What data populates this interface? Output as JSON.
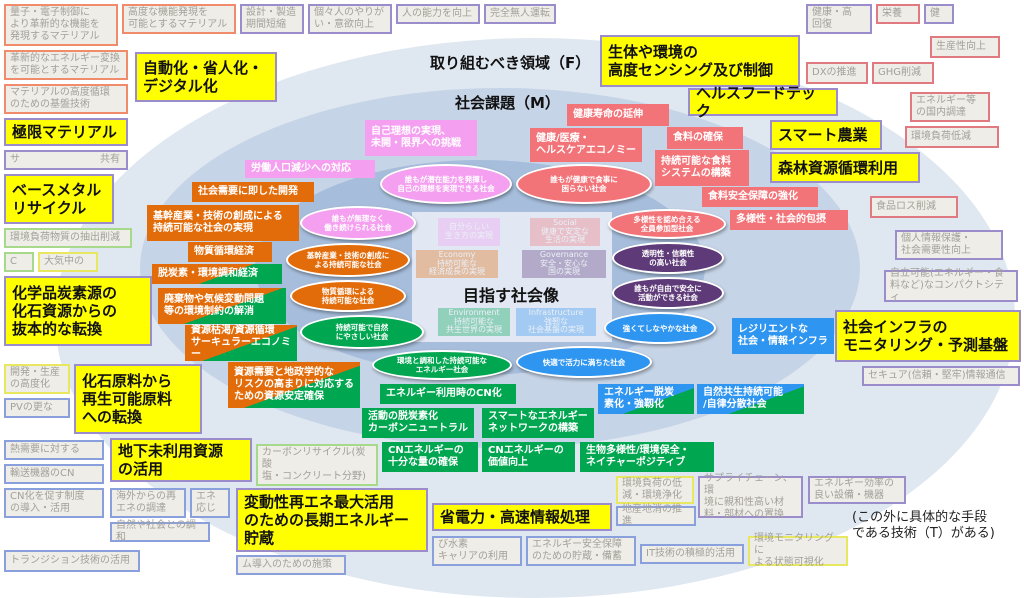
{
  "labels": {
    "area_f": "取り組むべき領域（F）",
    "issue_m": "社会課題（M）",
    "center": "目指す社会像",
    "footnote": "(この外に具体的な手段\nである技術（T）がある)"
  },
  "colors": {
    "orange": "#e36c0a",
    "green": "#00a650",
    "pink": "#f59ff0",
    "red": "#f27479",
    "blue": "#2e95f0",
    "purple": "#5e3a78",
    "yellow": "#ffff00"
  },
  "tech": [
    {
      "t": "量子・電子制御に\nより革新的な機能を\n発現するマテリアル",
      "c": "orange"
    },
    {
      "t": "革新的なエネルギー変換\nを可能とするマテリアル",
      "c": "orange"
    },
    {
      "t": "高度な機能発現を\n可能とするマテリアル",
      "c": "orange"
    },
    {
      "t": "マテリアルの高度循環\nのための基盤技術",
      "c": "orange"
    },
    {
      "t": "サ　　　　　　　　共有",
      "c": "purple"
    },
    {
      "t": "環境負荷物質の抽出削減",
      "c": "green"
    },
    {
      "t": "C",
      "c": "green"
    },
    {
      "t": "大気中の",
      "c": "yellow"
    },
    {
      "t": "開発・生産\nの高度化",
      "c": "yellow"
    },
    {
      "t": "PVの更な",
      "c": "blue"
    },
    {
      "t": "熱需要に対する",
      "c": "blue"
    },
    {
      "t": "輸送機器のCN",
      "c": "blue"
    },
    {
      "t": "CN化を促す制度\nの導入・活用",
      "c": "blue"
    },
    {
      "t": "トランジション技術の活用",
      "c": "blue"
    },
    {
      "t": "海外からの再\nエネの調達",
      "c": "blue"
    },
    {
      "t": "エネ\n応じ",
      "c": "blue"
    },
    {
      "t": "自然や社会との調和",
      "c": "blue"
    },
    {
      "t": "カーボンリサイクル(炭酸\n塩・コンクリート分野)",
      "c": "green"
    },
    {
      "t": "ム導入のための施策",
      "c": "blue"
    },
    {
      "t": "び水素\nキャリアの利用",
      "c": "blue"
    },
    {
      "t": "エネルギー安全保障\nのための貯蔵・備蓄",
      "c": "blue"
    },
    {
      "t": "環境負荷の低\n減・環境浄化",
      "c": "yellow"
    },
    {
      "t": "サプライチェーン、環\n境に親和性高い材\n料・部材への置換",
      "c": "purple"
    },
    {
      "t": "地産地消の推進",
      "c": "blue"
    },
    {
      "t": "IT技術の積極的活用",
      "c": "blue"
    },
    {
      "t": "環境モニタリングに\nよる状態可視化",
      "c": "yellow"
    },
    {
      "t": "エネルギー効率の\n良い設備・機器",
      "c": "purple"
    },
    {
      "t": "セキュア(信頼・堅牢)情報通信",
      "c": "purple"
    },
    {
      "t": "自立可能(エネルギー・食\n料など)なコンパクトシティ",
      "c": "purple"
    },
    {
      "t": "個人情報保護・\n社会需要性向上",
      "c": "purple"
    },
    {
      "t": "食品ロス削減",
      "c": "red"
    },
    {
      "t": "GHG削減",
      "c": "red"
    },
    {
      "t": "DXの推進",
      "c": "red"
    },
    {
      "t": "エネルギー等\nの国内調達",
      "c": "red"
    },
    {
      "t": "環境負荷低減",
      "c": "red"
    },
    {
      "t": "生産性向上",
      "c": "red"
    },
    {
      "t": "健康・高\n回復",
      "c": "purple"
    },
    {
      "t": "栄養",
      "c": "red"
    },
    {
      "t": "健",
      "c": "purple"
    },
    {
      "t": "設計・製造\n期間短縮",
      "c": "purple"
    },
    {
      "t": "個々人のやりが\nい・意欲向上",
      "c": "purple"
    },
    {
      "t": "人の能力を向上",
      "c": "purple"
    },
    {
      "t": "完全無人運転",
      "c": "purple"
    }
  ],
  "domains": [
    {
      "t": "生体や環境の\n高度センシング及び制御"
    },
    {
      "t": "ヘルスフードテック"
    },
    {
      "t": "スマート農業"
    },
    {
      "t": "森林資源循環利用"
    },
    {
      "t": "自動化・省人化・\nデジタル化"
    },
    {
      "t": "極限マテリアル"
    },
    {
      "t": "ベースメタル\nリサイクル"
    },
    {
      "t": "化学品炭素源の\n化石資源からの\n抜本的な転換"
    },
    {
      "t": "化石原料から\n再生可能原料\nへの転換"
    },
    {
      "t": "地下未利用資源\nの活用"
    },
    {
      "t": "変動性再エネ最大活用\nのための長期エネルギー\n貯蔵"
    },
    {
      "t": "省電力・高速情報処理"
    },
    {
      "t": "社会インフラの\nモニタリング・予測基盤"
    }
  ],
  "issues": [
    {
      "t": "自己理想の実現、\n未開・限界への挑戦",
      "c": "pink"
    },
    {
      "t": "労働人口減少への対応",
      "c": "pink"
    },
    {
      "t": "社会需要に即した開発",
      "c": "orange"
    },
    {
      "t": "基幹産業・技術の創成による\n持続可能な社会の実現",
      "c": "orange"
    },
    {
      "t": "物質循環経済",
      "c": "orange"
    },
    {
      "t": "脱炭素・環境調和経済",
      "c": "og"
    },
    {
      "t": "廃棄物や気候変動問題\n等の環境制約の解消",
      "c": "og"
    },
    {
      "t": "資源枯渇/資源循環\nサーキュラーエコノミー",
      "c": "og"
    },
    {
      "t": "資源需要と地政学的な\nリスクの高まりに対応する\nための資源安定確保",
      "c": "og"
    },
    {
      "t": "エネルギー利用時のCN化",
      "c": "green"
    },
    {
      "t": "活動の脱炭素化\nカーボンニュートラル",
      "c": "green"
    },
    {
      "t": "スマートなエネルギー\nネットワークの構築",
      "c": "green"
    },
    {
      "t": "CNエネルギーの\n十分な量の確保",
      "c": "green"
    },
    {
      "t": "CNエネルギーの\n価値向上",
      "c": "green"
    },
    {
      "t": "生物多様性/環境保全・\nネイチャーポジティブ",
      "c": "green"
    },
    {
      "t": "エネルギー脱炭\n素化・強靱化",
      "c": "bg"
    },
    {
      "t": "自然共生持続可能\n/自律分散社会",
      "c": "bg"
    },
    {
      "t": "レジリエントな\n社会・情報インフラ",
      "c": "blue"
    },
    {
      "t": "健康寿命の延伸",
      "c": "red"
    },
    {
      "t": "健康/医療・\nヘルスケアエコノミー",
      "c": "red"
    },
    {
      "t": "食料の確保",
      "c": "red"
    },
    {
      "t": "持続可能な食料\nシステムの構築",
      "c": "red"
    },
    {
      "t": "食料安全保障の強化",
      "c": "red"
    },
    {
      "t": "多様性・社会的包摂",
      "c": "red"
    }
  ],
  "bubbles": [
    {
      "t": "誰もが潜在能力を発揮し\n自己の理想を実現できる社会",
      "c": "pink"
    },
    {
      "t": "誰もが無理なく\n働き続けられる社会",
      "c": "pink"
    },
    {
      "t": "基幹産業・技術の創成に\nよる持続可能な社会",
      "c": "orange"
    },
    {
      "t": "物質循環による\n持続可能な社会",
      "c": "orange"
    },
    {
      "t": "持続可能で自然\nにやさしい社会",
      "c": "green"
    },
    {
      "t": "環境と調和した持続可能な\nエネルギー社会",
      "c": "green"
    },
    {
      "t": "誰もが健康で食事に\n困らない社会",
      "c": "red"
    },
    {
      "t": "多様性を認め合える\n全員参加型社会",
      "c": "red"
    },
    {
      "t": "透明性・信頼性\nの高い社会",
      "c": "purple"
    },
    {
      "t": "誰もが自由で安全に\n活動ができる社会",
      "c": "purple"
    },
    {
      "t": "強くてしなやかな社会",
      "c": "blue"
    },
    {
      "t": "快適で活力に満ちた社会",
      "c": "blue"
    }
  ],
  "quadrants": [
    {
      "t": "自分らしい\n生き方の実現",
      "c": "pink"
    },
    {
      "t": "Social\n健康で安定な\n生活の実現",
      "c": "red"
    },
    {
      "t": "Economy\n持続可能な\n経済成長の実現",
      "c": "orange"
    },
    {
      "t": "Governance\n安全・安心な\n国の実現",
      "c": "purple"
    },
    {
      "t": "Environment\n持続可能な\n共生世界の実現",
      "c": "green"
    },
    {
      "t": "Infrastructure\n強靭な\n社会基盤の実現",
      "c": "blue"
    }
  ]
}
